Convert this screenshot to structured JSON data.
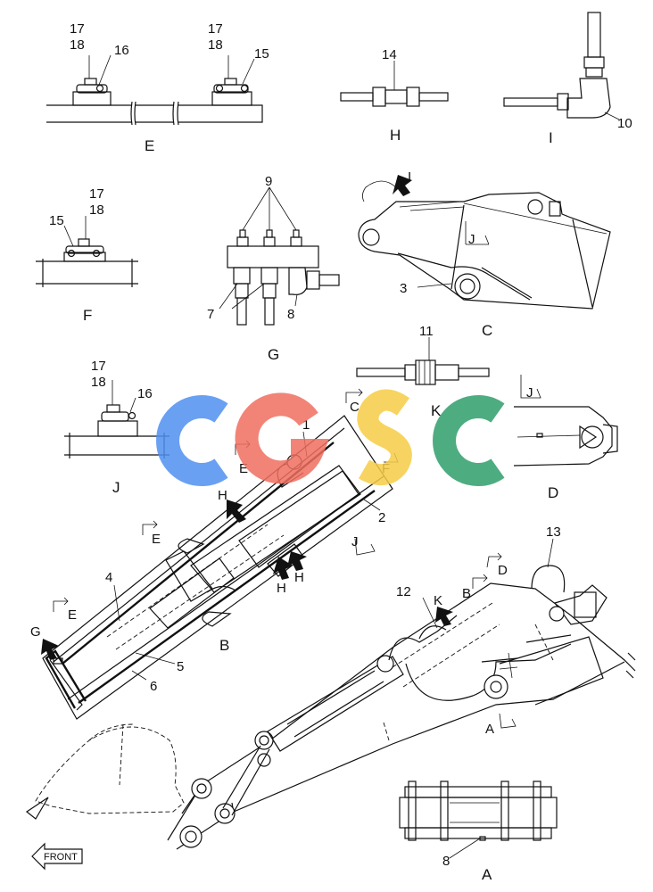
{
  "callouts": {
    "n1": "1",
    "n2": "2",
    "n3": "3",
    "n4": "4",
    "n5": "5",
    "n6": "6",
    "n7": "7",
    "n8": "8",
    "n9": "9",
    "n10": "10",
    "n11": "11",
    "n12": "12",
    "n13": "13",
    "n14": "14",
    "n15": "15",
    "n16": "16",
    "n17": "17",
    "n18": "18"
  },
  "views": {
    "A": "A",
    "B": "B",
    "C": "C",
    "D": "D",
    "E": "E",
    "F": "F",
    "G": "G",
    "H": "H",
    "I": "I",
    "J": "J",
    "K": "K"
  },
  "front_label": "FRONT",
  "watermark": {
    "letters": [
      "C",
      "G",
      "S",
      "C"
    ],
    "colors": [
      "#4f8ff0",
      "#ef6f5f",
      "#f6cd45",
      "#2f9e6b"
    ]
  }
}
